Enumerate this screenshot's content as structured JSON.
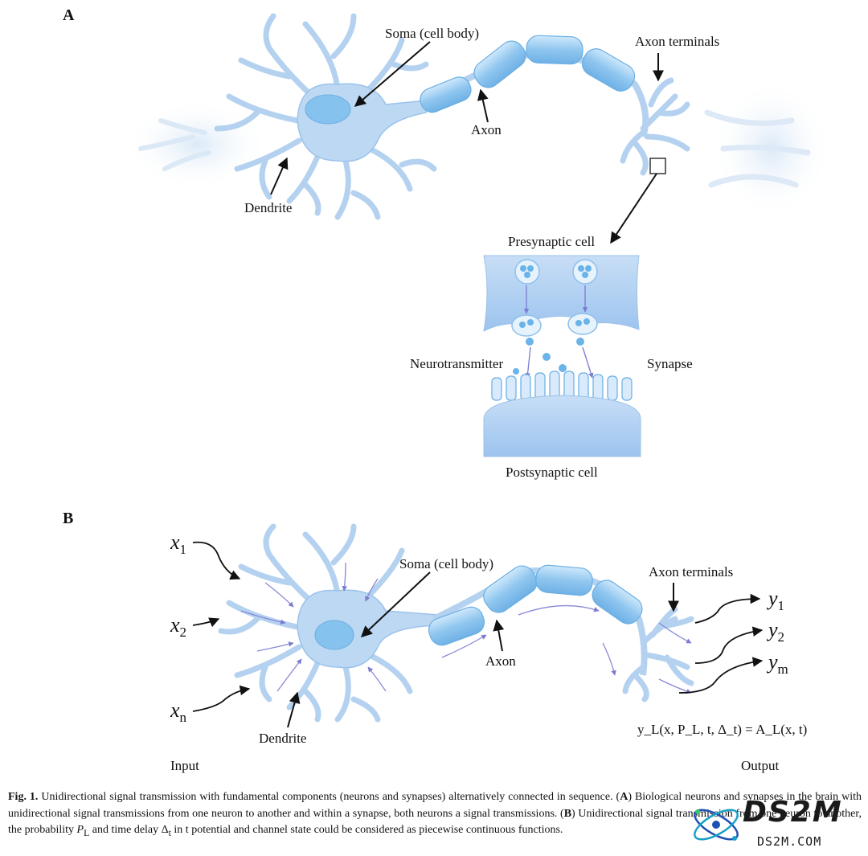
{
  "panel_a": {
    "letter": "A",
    "labels": {
      "soma": "Soma (cell body)",
      "axon": "Axon",
      "axon_terminals": "Axon terminals",
      "dendrite": "Dendrite",
      "presynaptic": "Presynaptic cell",
      "neurotransmitter": "Neurotransmitter",
      "synapse": "Synapse",
      "postsynaptic": "Postsynaptic cell"
    }
  },
  "panel_b": {
    "letter": "B",
    "labels": {
      "soma": "Soma (cell body)",
      "axon": "Axon",
      "axon_terminals": "Axon terminals",
      "dendrite": "Dendrite",
      "input": "Input",
      "output": "Output"
    },
    "inputs": [
      {
        "base": "x",
        "sub": "1"
      },
      {
        "base": "x",
        "sub": "2"
      },
      {
        "base": "x",
        "sub": "n"
      }
    ],
    "outputs": [
      {
        "base": "y",
        "sub": "1"
      },
      {
        "base": "y",
        "sub": "2"
      },
      {
        "base": "y",
        "sub": "m"
      }
    ],
    "formula": "y_L(x, P_L, t, Δ_t) = A_L(x, t)"
  },
  "caption": {
    "fig_label": "Fig. 1.",
    "part1": " Unidirectional signal transmission with fundamental components (neurons and synapses) alternatively connected in sequence. (",
    "ref_a": "A",
    "part2": ") Biological neurons and synapses in the brain with unidirectional signal transmissions from one neuron to another and within a synapse, both neurons a",
    "part3": " signal transmissions. (",
    "ref_b": "B",
    "part4": ") Unidirectional signal transmission from one neuron to another, the probability ",
    "sym_pl": "P",
    "sym_pl_sub": "L",
    "part5": " and time delay Δ",
    "sym_dt_sub": "t",
    "part6": " in t",
    "part7": " potential and channel state could be considered as piecewise continuous functions."
  },
  "logo": {
    "main": "DS2M",
    "sub": "DS2M.COM"
  },
  "colors": {
    "neuron_fill": "#b6d4f2",
    "neuron_stroke": "#8fb8e6",
    "myelin": "#8ec4ee",
    "synapse_fill": "#a9cdf1",
    "flow_arrow": "#8888d8"
  }
}
